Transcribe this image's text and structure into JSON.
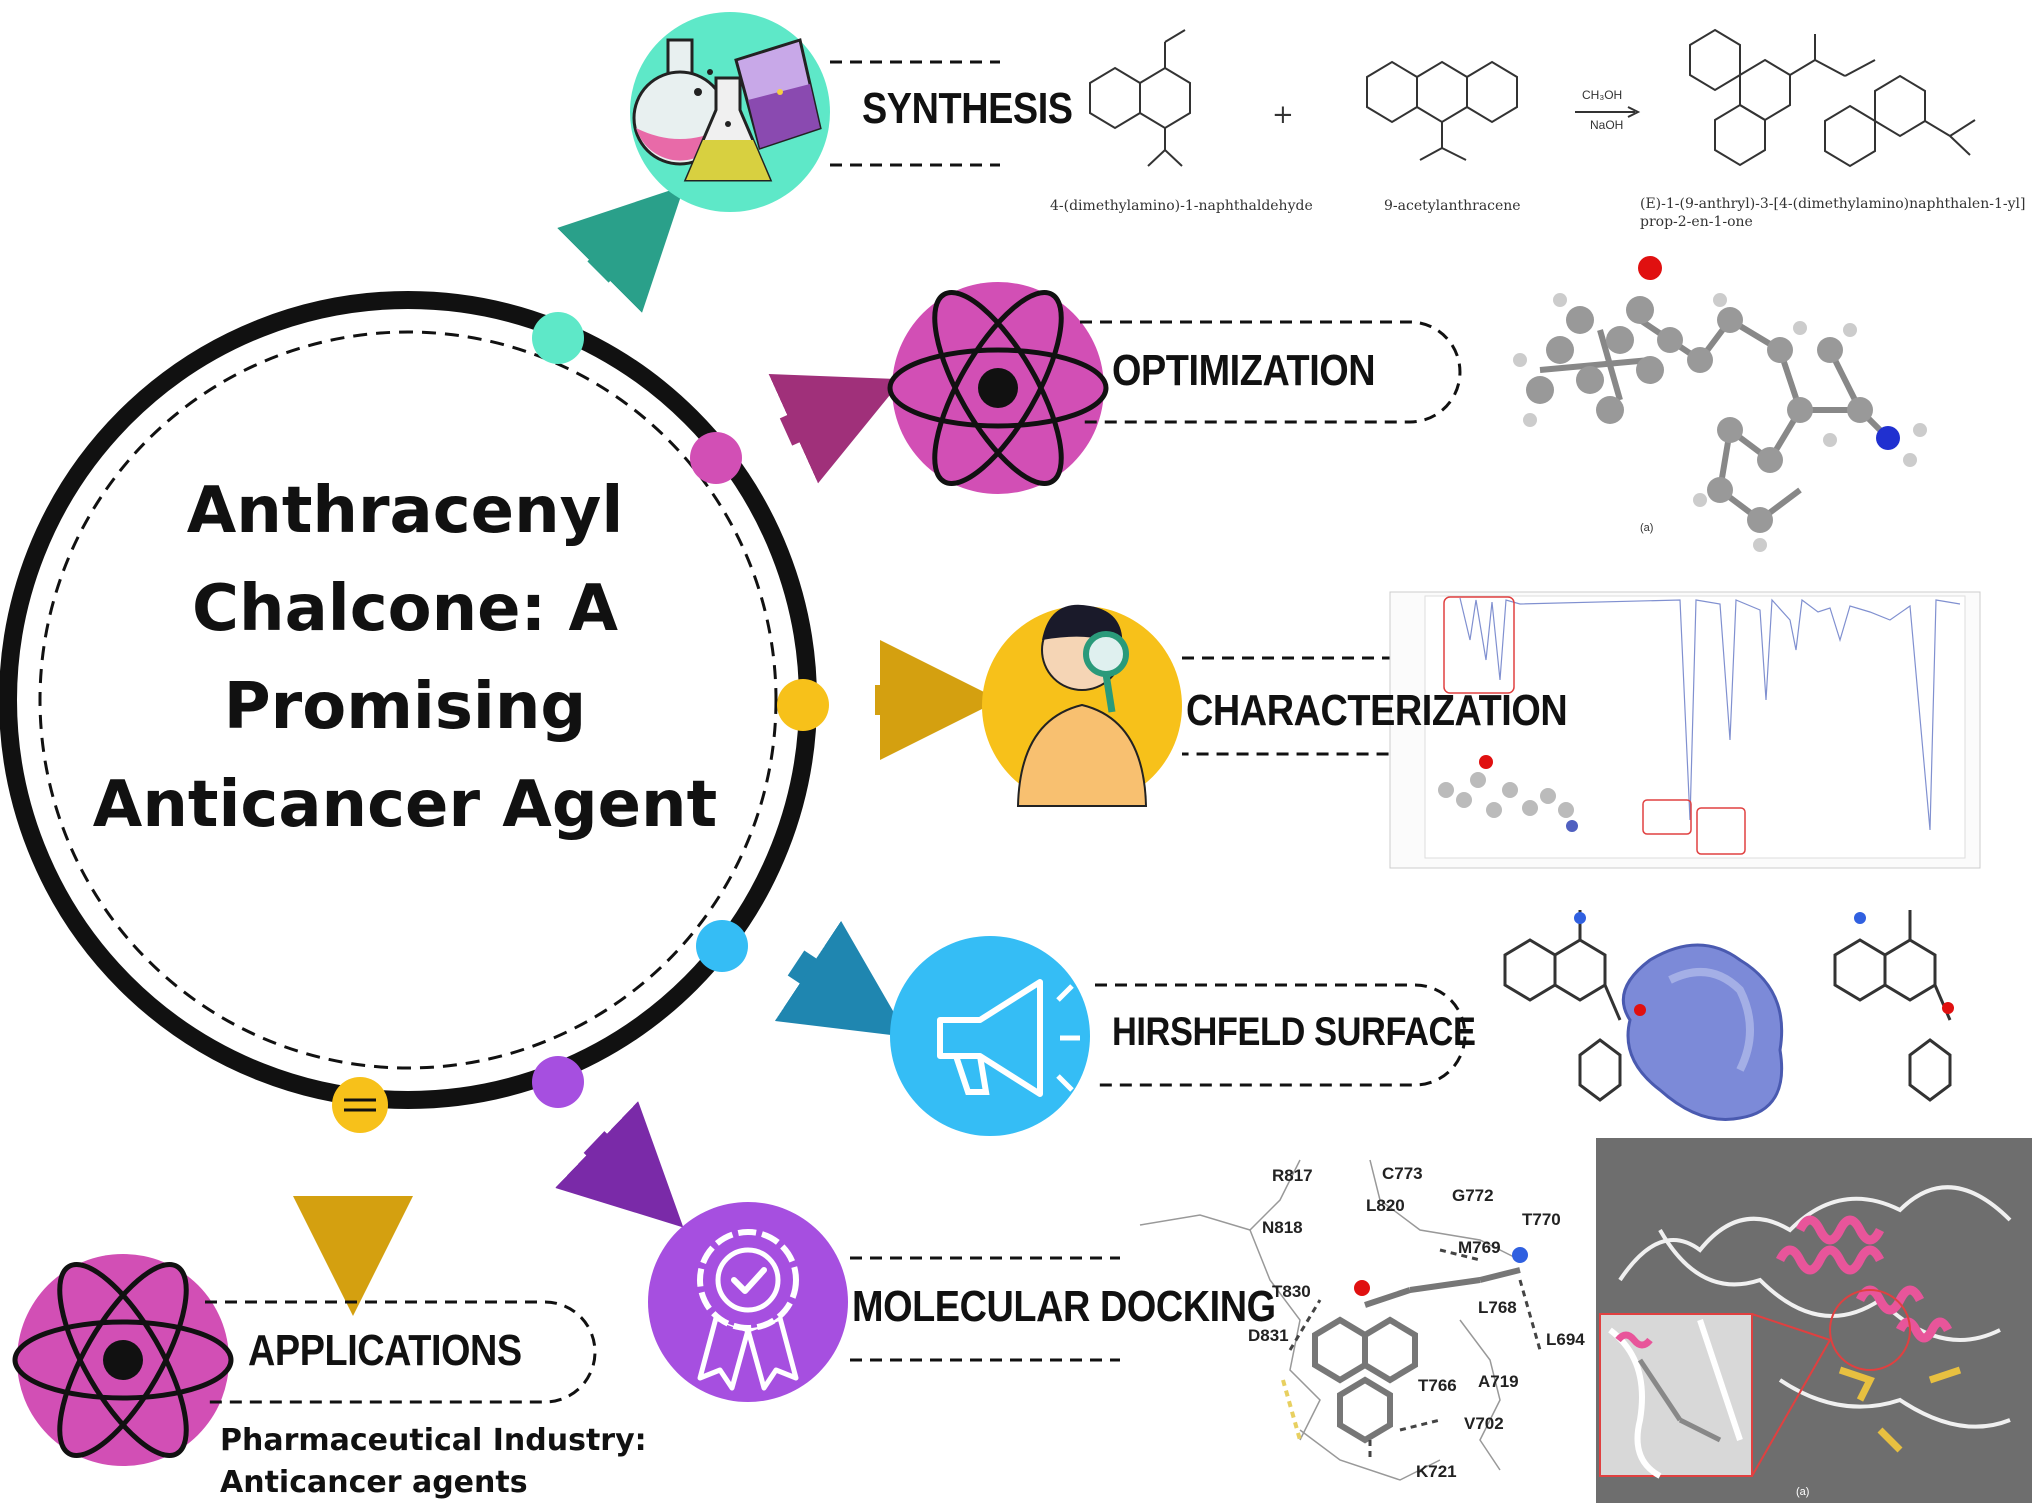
{
  "title_lines": [
    "Anthracenyl",
    "Chalcone: A",
    "Promising",
    "Anticancer Agent"
  ],
  "branches": {
    "synthesis": "SYNTHESIS",
    "optimization": "OPTIMIZATION",
    "characterization": "CHARACTERIZATION",
    "hirshfeld": "HIRSHFELD SURFACE",
    "docking": "MOLECULAR DOCKING",
    "applications": "APPLICATIONS"
  },
  "applications_text": [
    "Pharmaceutical Industry:",
    "Anticancer agents"
  ],
  "reaction": {
    "reactant1": "4-(dimethylamino)-1-naphthaldehyde",
    "reactant2": "9-acetylanthracene",
    "product_line1": "(E)-1-(9-anthryl)-3-[4-(dimethylamino)naphthalen-1-yl]",
    "product_line2": "prop-2-en-1-one",
    "plus": "+",
    "reagent_top": "CH₃OH",
    "reagent_bottom": "NaOH"
  },
  "panel_labels": {
    "optimization": "(a)",
    "protein": "(a)"
  },
  "docking_residues": [
    "R817",
    "C773",
    "G772",
    "L820",
    "N818",
    "T770",
    "M769",
    "T830",
    "L768",
    "D831",
    "L694",
    "T766",
    "A719",
    "V702",
    "K721"
  ],
  "colors": {
    "synthesis": "#5ee8c8",
    "optimization": "#d24fb5",
    "characterization": "#f7c11a",
    "hirshfeld": "#35bdf5",
    "docking": "#a64fe0",
    "applications": "#f7c11a",
    "arrow_synthesis": "#2aa08a",
    "arrow_optimization": "#a0307a",
    "arrow_characterization": "#d4a010",
    "arrow_hirshfeld": "#1f86b0",
    "arrow_docking": "#7a2aa8",
    "arrow_applications": "#d4a010"
  },
  "icons": {
    "synthesis": "flasks-icon",
    "optimization": "atom-icon",
    "characterization": "person-magnifier-icon",
    "hirshfeld": "megaphone-icon",
    "docking": "award-badge-icon",
    "applications": "atom-icon"
  }
}
